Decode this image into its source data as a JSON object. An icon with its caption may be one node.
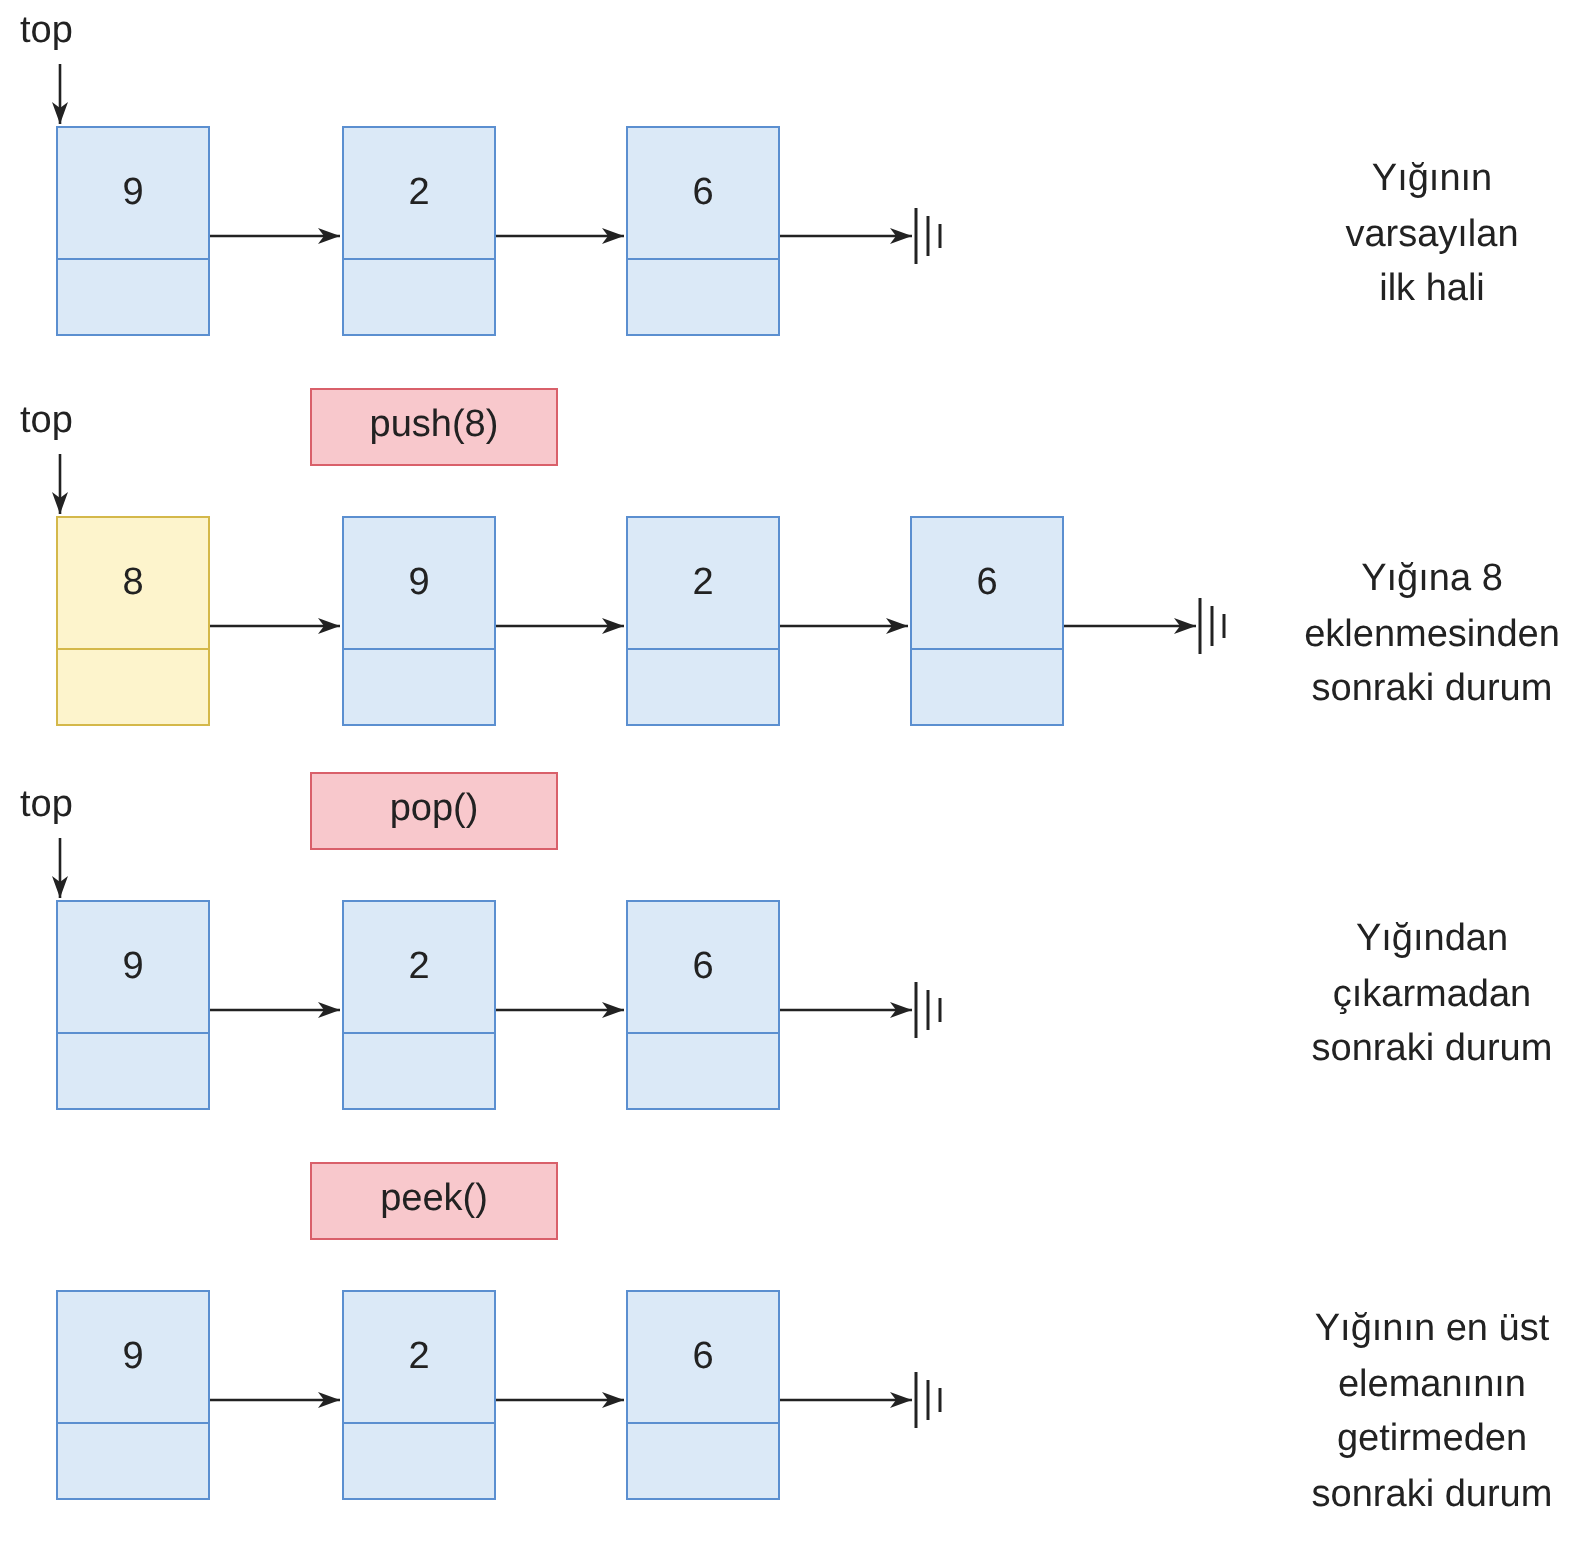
{
  "diagram": {
    "nodes": [
      {
        "text": [
          "top"
        ]
      },
      {
        "text": [
          "9"
        ]
      },
      {
        "text": [
          "2"
        ]
      },
      {
        "text": [
          "6"
        ]
      },
      {
        "text": [],
        "shape": "bar"
      },
      {
        "text": [
          "push(8)"
        ]
      },
      {
        "text": [
          "top"
        ]
      },
      {
        "text": [
          "8"
        ]
      },
      {
        "text": [
          "9"
        ]
      },
      {
        "text": [
          "2"
        ]
      },
      {
        "text": [
          "6"
        ]
      },
      {
        "text": [],
        "shape": "bar"
      },
      {
        "text": [
          "pop()"
        ]
      },
      {
        "text": [
          "top"
        ]
      },
      {
        "text": [
          "9"
        ]
      },
      {
        "text": [
          "2"
        ]
      },
      {
        "text": [
          "6"
        ]
      },
      {
        "text": [],
        "shape": "bar"
      },
      {
        "text": [
          "peek()"
        ]
      },
      {
        "text": [
          "9"
        ]
      },
      {
        "text": [
          "2"
        ]
      },
      {
        "text": [
          "6"
        ]
      },
      {
        "text": [],
        "shape": "bar"
      }
    ],
    "edges": [
      {
        "from": 0,
        "to": 1,
        "arrow": "to"
      },
      {
        "from": 1,
        "to": 2,
        "arrow": "to"
      },
      {
        "from": 2,
        "to": 3,
        "arrow": "to"
      },
      {
        "from": 3,
        "to": 4,
        "arrow": "to"
      },
      {
        "from": 6,
        "to": 7,
        "arrow": "to"
      },
      {
        "from": 7,
        "to": 8,
        "arrow": "to"
      },
      {
        "from": 8,
        "to": 9,
        "arrow": "to"
      },
      {
        "from": 9,
        "to": 10,
        "arrow": "to"
      },
      {
        "from": 10,
        "to": 11,
        "arrow": "to"
      },
      {
        "from": 13,
        "to": 14,
        "arrow": "to"
      },
      {
        "from": 14,
        "to": 15,
        "arrow": "to"
      },
      {
        "from": 15,
        "to": 16,
        "arrow": "to"
      },
      {
        "from": 16,
        "to": 17,
        "arrow": "to"
      },
      {
        "from": 19,
        "to": 20,
        "arrow": "to"
      },
      {
        "from": 20,
        "to": 21,
        "arrow": "to"
      },
      {
        "from": 21,
        "to": 22,
        "arrow": "to"
      }
    ],
    "labels": [
      "Yığının varsayılan ilk hali",
      "Yığına 8 eklenmesinden sonraki durum",
      "Yığından çıkarmadan sonraki durum",
      "Yığının en üst elemanının getirmeden sonraki durum"
    ]
  }
}
